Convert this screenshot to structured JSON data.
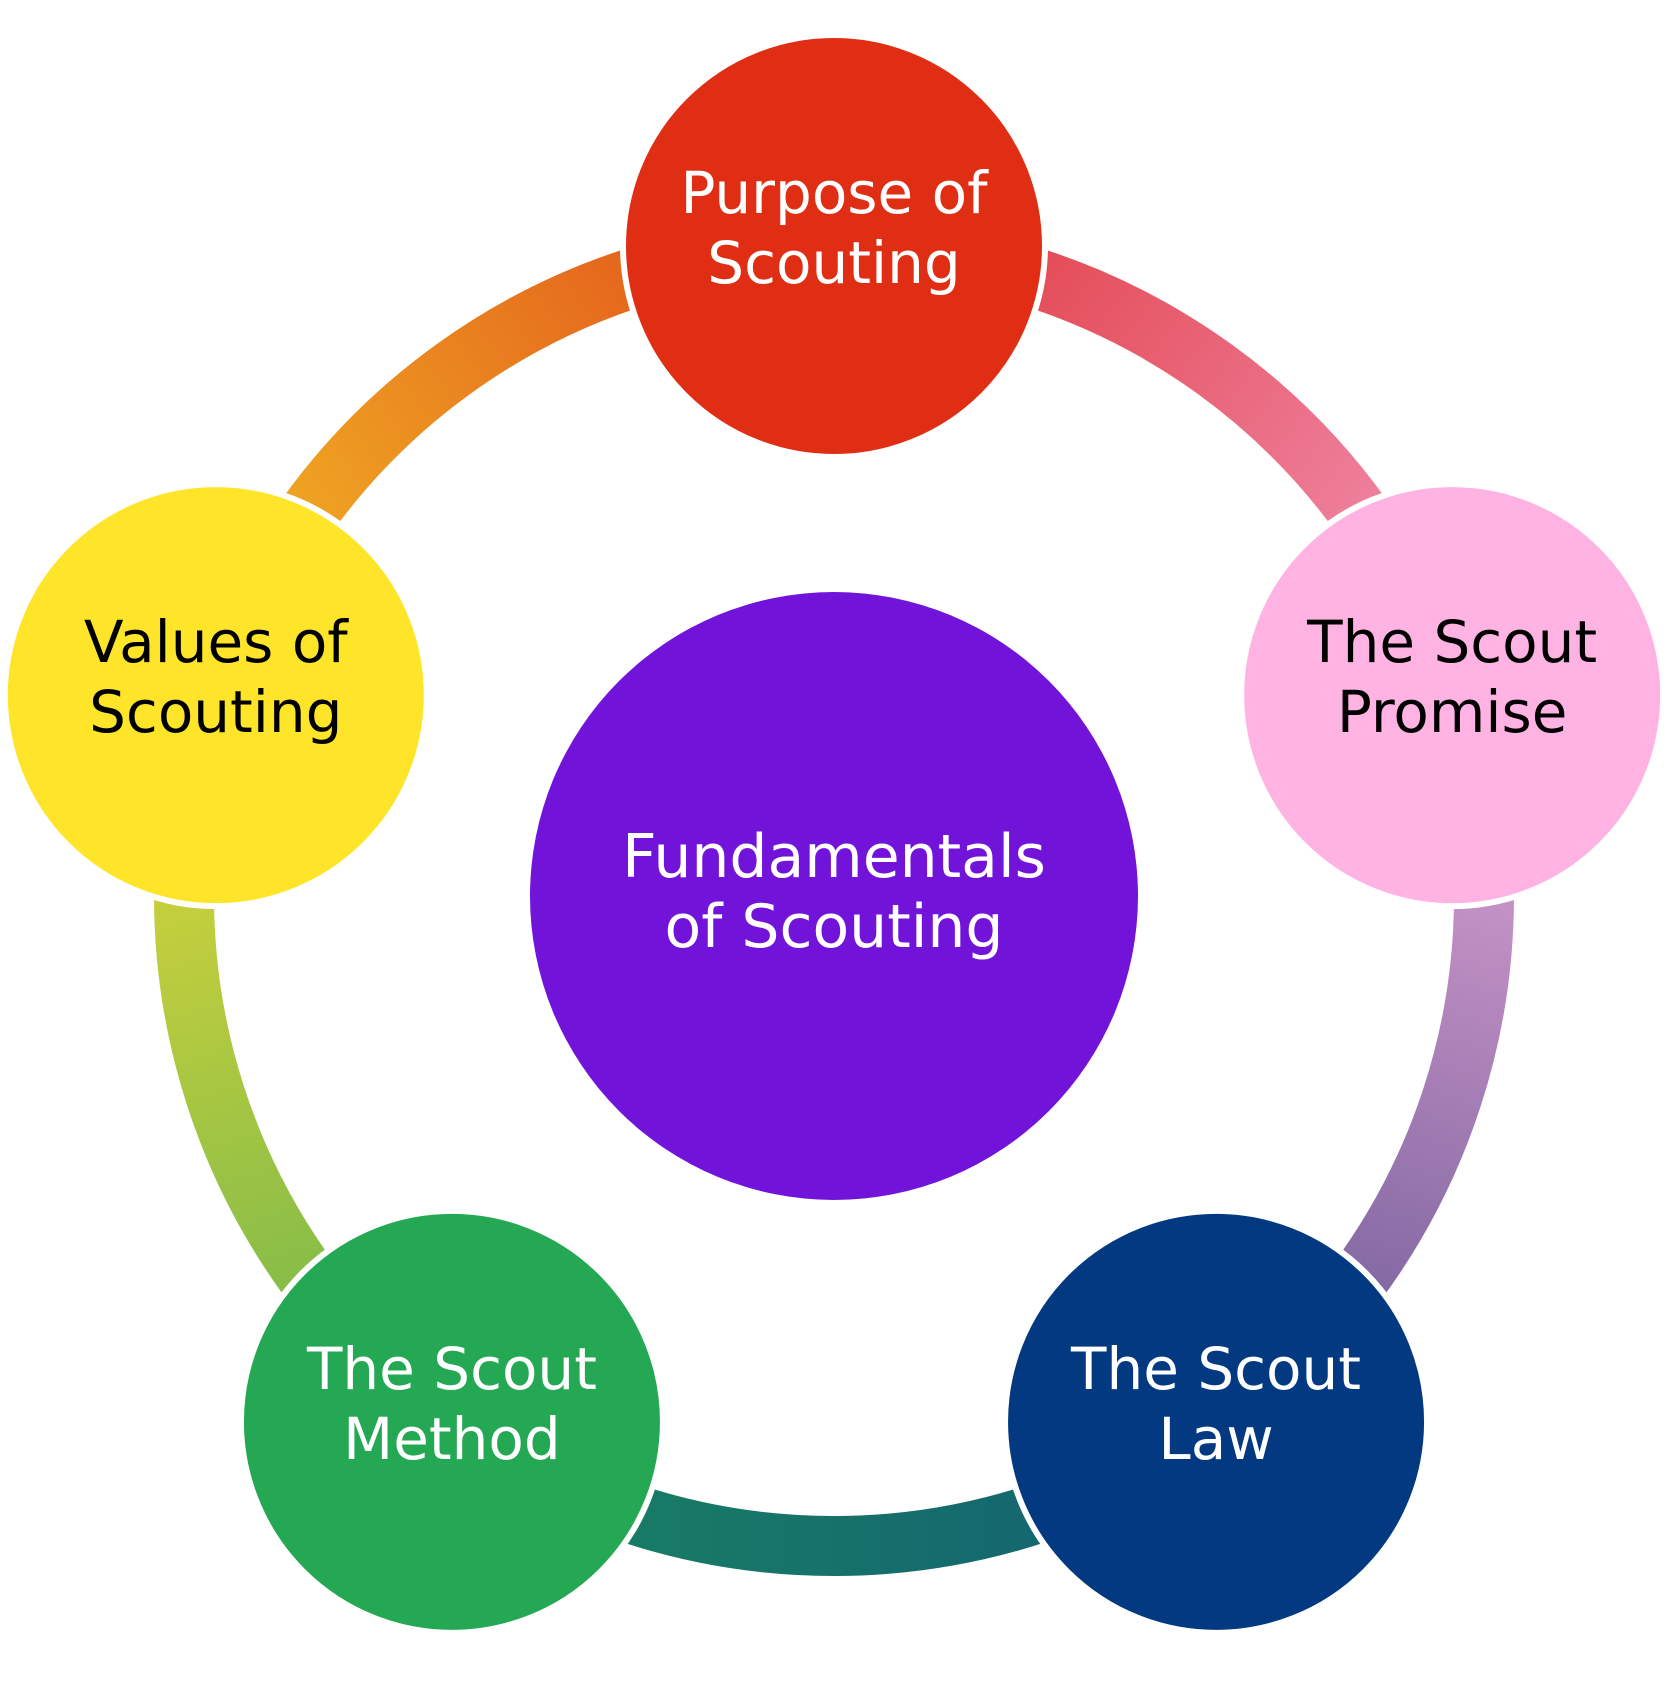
{
  "diagram": {
    "type": "cycle-with-hub",
    "center": {
      "label_lines": [
        "Fundamentals",
        "of Scouting"
      ],
      "fill": "#7213DA",
      "text_color": "#FFFFFF"
    },
    "nodes": [
      {
        "id": "purpose",
        "label_lines": [
          "Purpose of",
          "Scouting"
        ],
        "fill": "#E02E14",
        "text_color": "#FFFFFF"
      },
      {
        "id": "promise",
        "label_lines": [
          "The Scout",
          "Promise"
        ],
        "fill": "#FFB3E3",
        "text_color": "#000000"
      },
      {
        "id": "law",
        "label_lines": [
          "The Scout",
          "Law"
        ],
        "fill": "#023981",
        "text_color": "#FFFFFF"
      },
      {
        "id": "method",
        "label_lines": [
          "The Scout",
          "Method"
        ],
        "fill": "#24A853",
        "text_color": "#FFFFFF"
      },
      {
        "id": "values",
        "label_lines": [
          "Values of",
          "Scouting"
        ],
        "fill": "#FFE52A",
        "text_color": "#000000"
      }
    ],
    "connectors": [
      {
        "from": "purpose",
        "to": "promise",
        "colors": [
          "#E0383C",
          "#F294B8"
        ]
      },
      {
        "from": "promise",
        "to": "law",
        "colors": [
          "#DFA3D3",
          "#6A5896"
        ]
      },
      {
        "from": "law",
        "to": "method",
        "colors": [
          "#125E73",
          "#198461"
        ]
      },
      {
        "from": "method",
        "to": "values",
        "colors": [
          "#6DB54D",
          "#E0D737"
        ]
      },
      {
        "from": "values",
        "to": "purpose",
        "colors": [
          "#F3BC25",
          "#E04D1A"
        ]
      }
    ]
  }
}
